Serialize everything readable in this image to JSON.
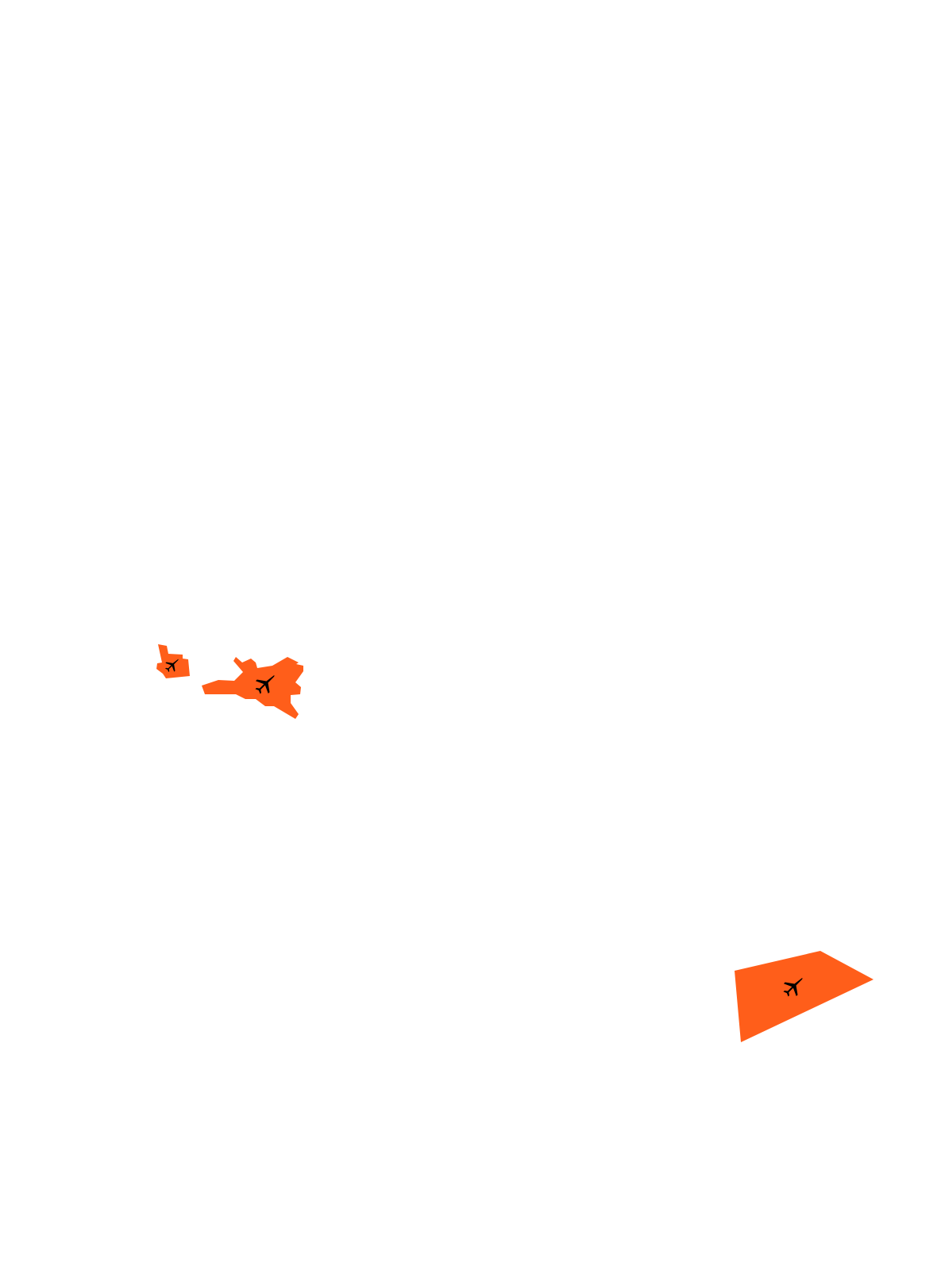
{
  "map": {
    "background": "#ffffff",
    "area_color": "#ff5e1a",
    "icon_color": "#000000",
    "features": [
      {
        "id": "airport-area-1",
        "kind": "airport",
        "icon": "airplane-icon"
      },
      {
        "id": "airport-area-2",
        "kind": "airport",
        "icon": "airplane-icon"
      },
      {
        "id": "airport-area-3",
        "kind": "airport",
        "icon": "airplane-icon"
      }
    ]
  }
}
